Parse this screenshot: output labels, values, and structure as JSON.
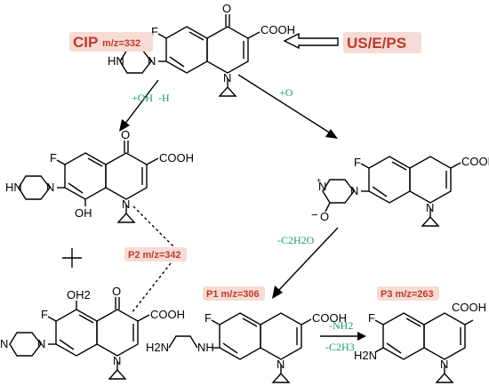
{
  "reactant": {
    "name": "CIP",
    "mz": "m/z=332",
    "atoms": {
      "o": "O",
      "f": "F",
      "cooh": "COOH",
      "n_ring": "N",
      "n_pip_a": "N",
      "n_pip_b": "N",
      "nh": "HN"
    }
  },
  "process": {
    "label": "US/E/PS"
  },
  "conditions": {
    "oh_add": "+OH",
    "h_loss": "-H",
    "o_add": "+O",
    "c2h2o_loss": "-C2H2O",
    "nh2_loss": "-NH2",
    "c2h3_loss": "-C2H3"
  },
  "products": {
    "p2": {
      "label": "P2 m/z=342"
    },
    "p1": {
      "label": "P1 m/z=306"
    },
    "p3": {
      "label": "P3 m/z=263"
    }
  },
  "atoms": {
    "o": "O",
    "oh": "OH",
    "oh2": "OH2",
    "f": "F",
    "cooh": "COOH",
    "n": "N",
    "hn": "HN",
    "nplus": "N",
    "plus": "+",
    "ominus": "O",
    "minus": "−",
    "h2n": "H2N",
    "nh": "NH"
  },
  "colors": {
    "label_red": "#c0392b",
    "badge_fill": "#f6dcd4",
    "condition_green": "#1a9e68"
  }
}
